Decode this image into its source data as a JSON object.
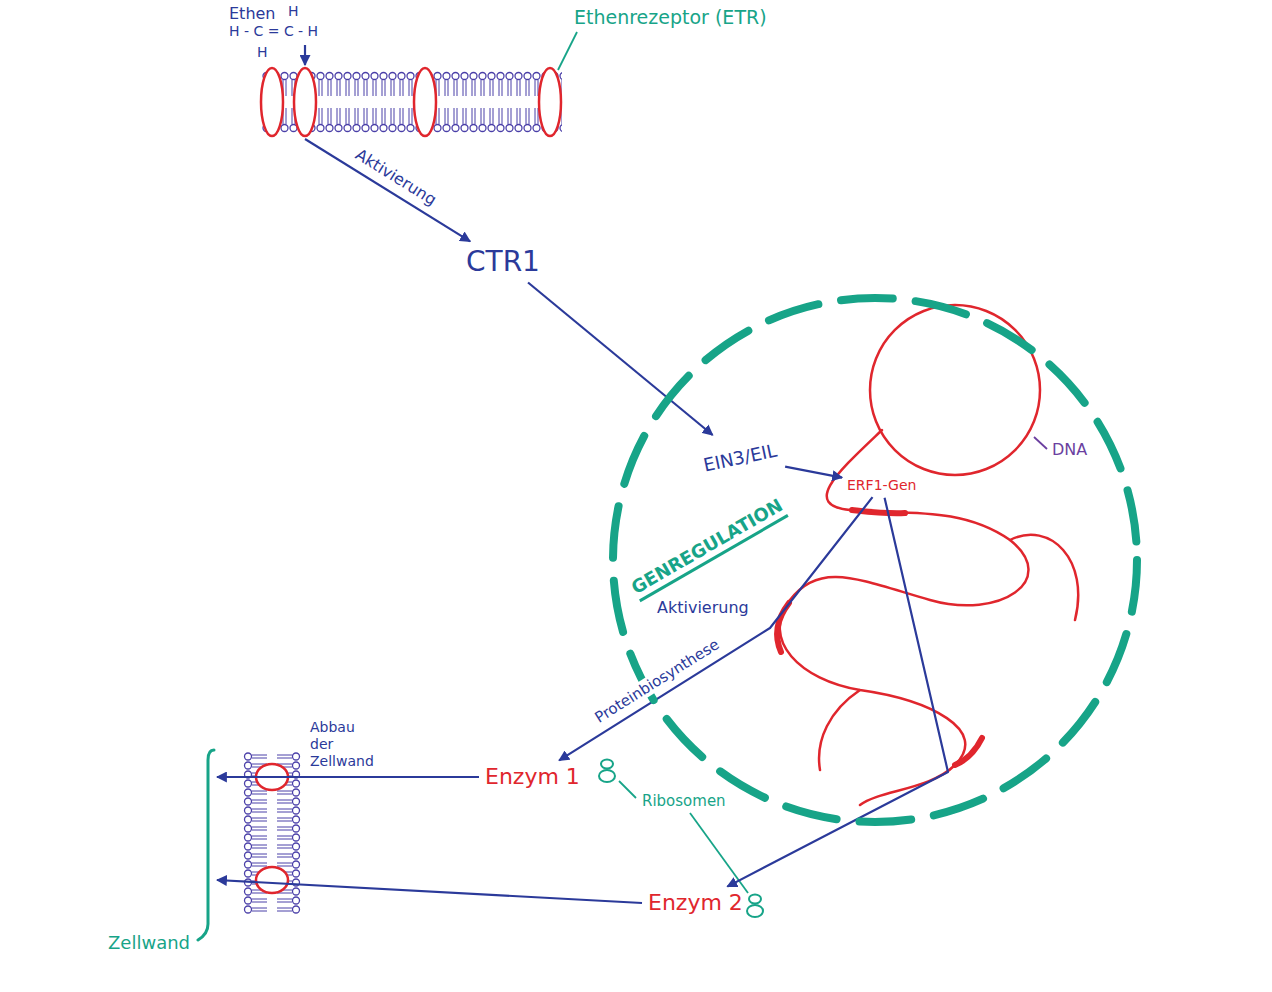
{
  "diagram": {
    "nodes": [
      {
        "text": [
          "Ethen",
          "H - C = C - H"
        ]
      },
      {
        "text": [
          "Ethenrezeptor (ETR)"
        ]
      },
      {
        "text": [
          "CTR1"
        ]
      },
      {
        "text": [
          "GENREGULATION"
        ]
      },
      {
        "text": [
          "EIN3/EIL"
        ],
        "in": 3
      },
      {
        "text": [
          "ERF1-Gen"
        ],
        "in": 3
      },
      {
        "text": [
          "Enzym 1"
        ]
      },
      {
        "text": [
          "Enzym 2"
        ]
      },
      {
        "text": [
          "Zellwand"
        ]
      }
    ],
    "edges": [
      {
        "from": 0,
        "to": 1,
        "arrow": "to"
      },
      {
        "from": 1,
        "to": 2,
        "label": "Aktivierung",
        "arrow": "to"
      },
      {
        "from": 2,
        "to": 4,
        "arrow": "to"
      },
      {
        "from": 4,
        "to": 5,
        "arrow": "to"
      },
      {
        "from": 5,
        "to": 6,
        "label": "Proteinbiosynthese",
        "arrow": "to"
      },
      {
        "from": 5,
        "to": 7,
        "arrow": "to"
      },
      {
        "from": 6,
        "to": 8,
        "label": "Abbau der Zellwand",
        "arrow": "to"
      },
      {
        "from": 7,
        "to": 8,
        "arrow": "to"
      }
    ],
    "labels": [
      "H",
      "H",
      "Aktivierung",
      "DNA",
      "Ribosomen"
    ]
  }
}
